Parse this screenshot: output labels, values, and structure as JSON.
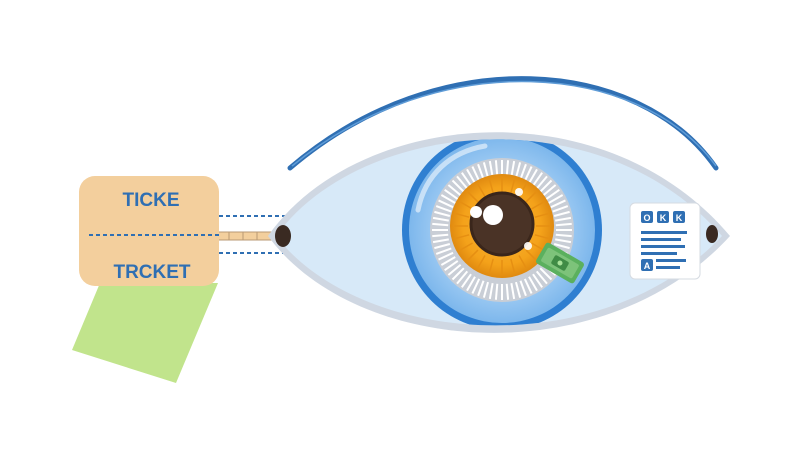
{
  "ticket": {
    "top_label": "TICKE",
    "bottom_label": "TRCKET"
  },
  "card": {
    "icon_letters": [
      "O",
      "K",
      "K"
    ],
    "letter_icon": "A"
  },
  "colors": {
    "ticket": "#f3cf9d",
    "ticket_stub": "#c1e48c",
    "brow": "#2f6fb3",
    "sclera": "#d7e9f8",
    "eye_outline": "#cfd7e2",
    "iris_ring": "#2f7fd1",
    "iris": "#f5a21b",
    "pupil": "#4a3326",
    "chip": "#5bb05e",
    "card_text": "#2f6fb3"
  },
  "icons": [
    "ticket",
    "eye",
    "pupil",
    "chip",
    "id-card"
  ]
}
